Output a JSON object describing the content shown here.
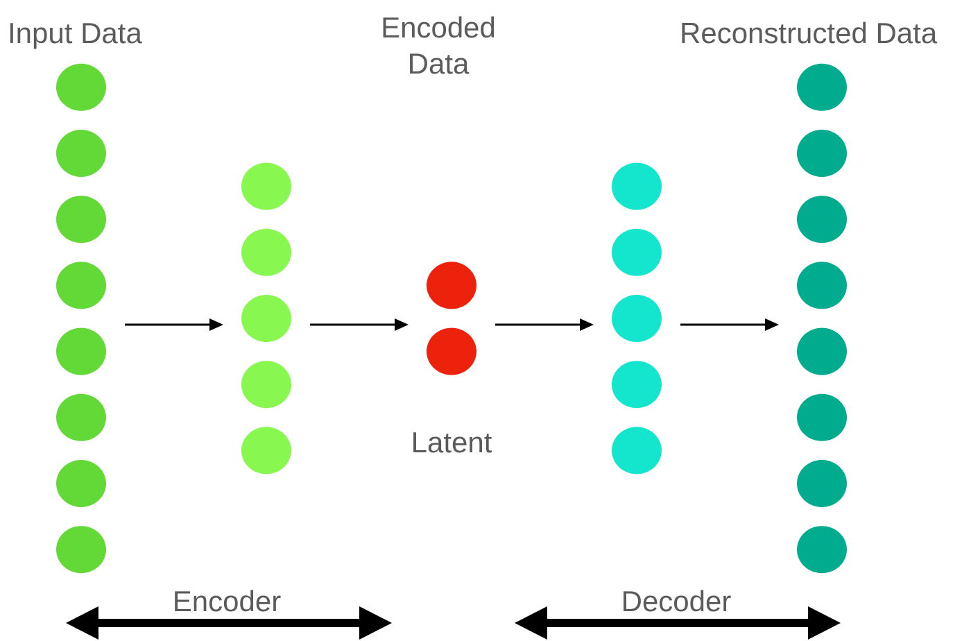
{
  "labels": {
    "input": "Input Data",
    "encoded_line1": "Encoded",
    "encoded_line2": "Data",
    "reconstructed": "Reconstructed Data",
    "latent": "Latent",
    "encoder": "Encoder",
    "decoder": "Decoder"
  },
  "layers": [
    {
      "key": "input",
      "nodes": 8,
      "color": "#62d937"
    },
    {
      "key": "encoder-hidden",
      "nodes": 5,
      "color": "#88f851"
    },
    {
      "key": "latent",
      "nodes": 2,
      "color": "#ec220c"
    },
    {
      "key": "decoder-hidden",
      "nodes": 5,
      "color": "#14e6cd"
    },
    {
      "key": "output",
      "nodes": 8,
      "color": "#00ab8e"
    }
  ],
  "colors": {
    "text": "#5b5b5b",
    "arrow": "#000000"
  }
}
